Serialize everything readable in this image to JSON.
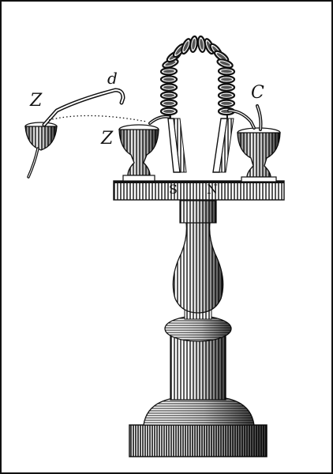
{
  "figure": {
    "labels": {
      "z_outer": "Z",
      "d": "d",
      "z_inner": "Z",
      "c": "C",
      "s": "S",
      "n": "N"
    },
    "colors": {
      "ink": "#111111",
      "mid": "#6a6a6a",
      "light": "#d9d9d9",
      "paper": "#ffffff"
    }
  }
}
